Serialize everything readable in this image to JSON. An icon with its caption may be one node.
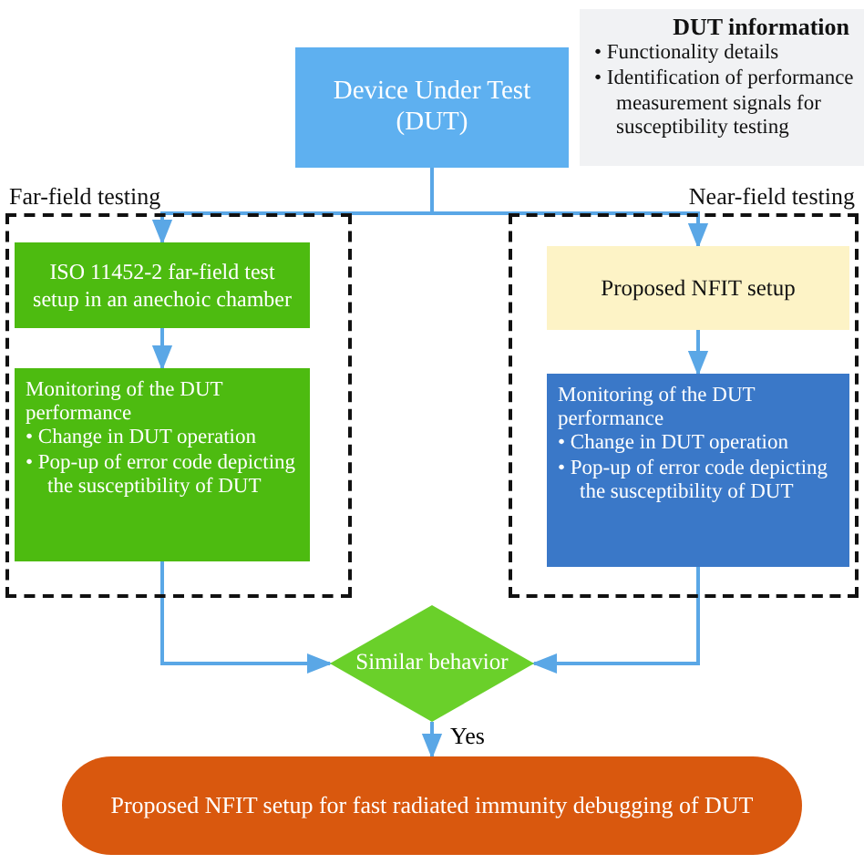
{
  "diagram": {
    "nodes": [
      {
        "text": [
          "Device Under Test (DUT)"
        ]
      },
      {
        "text": [
          "DUT information",
          "• Functionality details",
          "• Identification of performance measurement signals for susceptibility testing"
        ]
      },
      {
        "text": [
          "Far-field testing"
        ]
      },
      {
        "text": [
          "ISO 11452-2 far-field test setup in an anechoic chamber"
        ],
        "in": 2
      },
      {
        "text": [
          "Monitoring of the DUT performance",
          "• Change in DUT operation",
          "• Pop-up of error code depicting the susceptibility of DUT"
        ],
        "in": 2
      },
      {
        "text": [
          "Near-field testing"
        ]
      },
      {
        "text": [
          "Proposed NFIT setup"
        ],
        "in": 5
      },
      {
        "text": [
          "Monitoring of the DUT performance",
          "• Change in DUT operation",
          "• Pop-up of error code depicting the susceptibility of DUT"
        ],
        "in": 5
      },
      {
        "text": [
          "Similar behavior"
        ]
      },
      {
        "text": [
          "Proposed NFIT setup for fast radiated immunity debugging of DUT"
        ]
      }
    ],
    "edges": [
      {
        "from": 0,
        "to": 3,
        "arrow": "to"
      },
      {
        "from": 0,
        "to": 6,
        "arrow": "to"
      },
      {
        "from": 3,
        "to": 4,
        "arrow": "to"
      },
      {
        "from": 6,
        "to": 7,
        "arrow": "to"
      },
      {
        "from": 4,
        "to": 8,
        "arrow": "to"
      },
      {
        "from": 7,
        "to": 8,
        "arrow": "to"
      },
      {
        "from": 8,
        "to": 9,
        "arrow": "to",
        "label": "Yes"
      }
    ]
  }
}
